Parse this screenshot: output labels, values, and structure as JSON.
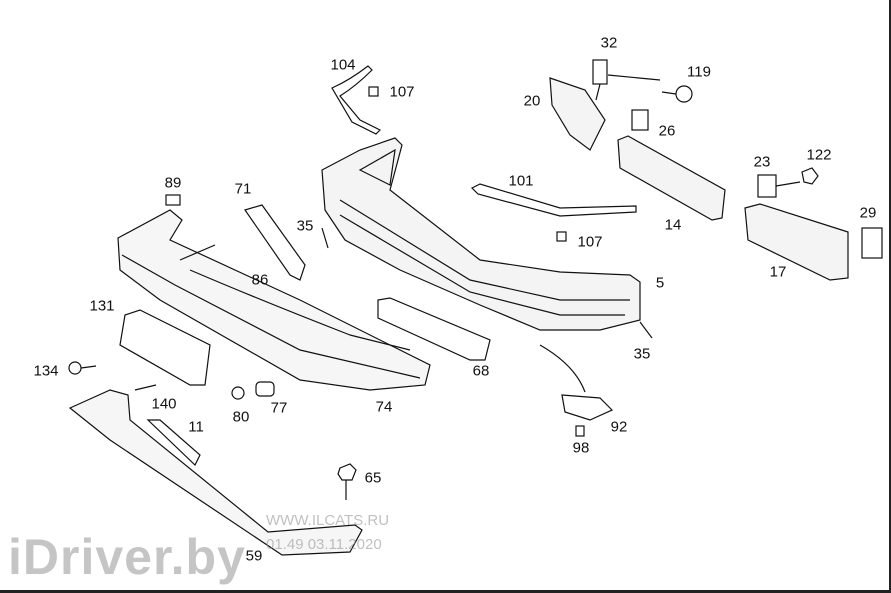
{
  "diagram": {
    "part_labels": [
      "104",
      "107",
      "32",
      "119",
      "20",
      "26",
      "23",
      "122",
      "101",
      "89",
      "71",
      "35",
      "107",
      "14",
      "29",
      "17",
      "86",
      "5",
      "131",
      "35",
      "68",
      "134",
      "140",
      "80",
      "77",
      "74",
      "92",
      "11",
      "98",
      "65",
      "59"
    ]
  },
  "watermark": {
    "brand": "iDriver.by",
    "site": "WWW.ILCATS.RU",
    "stamp": "01.49 03.11.2020"
  }
}
